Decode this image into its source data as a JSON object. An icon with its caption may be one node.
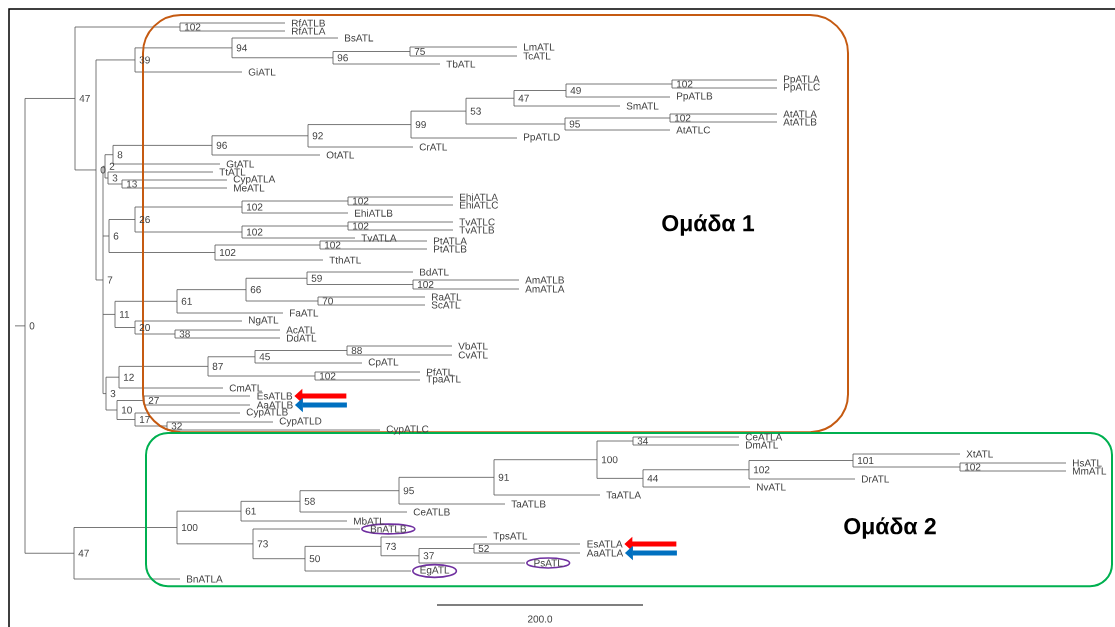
{
  "diagram": {
    "nodes": [
      {
        "text": [
          "Ομάδα 1"
        ]
      },
      {
        "text": [
          "Ομάδα 2"
        ]
      },
      {
        "text": [
          "EsATLB"
        ],
        "in": 0
      },
      {
        "text": [
          "AaATLB"
        ],
        "in": 0
      },
      {
        "text": [
          "BnATLB"
        ],
        "in": 1
      },
      {
        "text": [
          "EsATLA"
        ],
        "in": 1
      },
      {
        "text": [
          "AaATLA"
        ],
        "in": 1
      },
      {
        "text": [
          "PsATL"
        ],
        "in": 1
      },
      {
        "text": [
          "EgATL"
        ],
        "in": 1
      }
    ],
    "edges": [
      {
        "from": null,
        "to": 2,
        "arrow": "to",
        "color": "#ff0000"
      },
      {
        "from": null,
        "to": 3,
        "arrow": "to",
        "color": "#0070c0"
      },
      {
        "from": null,
        "to": 5,
        "arrow": "to",
        "color": "#ff0000"
      },
      {
        "from": null,
        "to": 6,
        "arrow": "to",
        "color": "#0070c0"
      }
    ],
    "labels": [
      "0",
      "47",
      "102",
      "RfATLB",
      "RfATLA",
      "0",
      "39",
      "94",
      "BsATL",
      "96",
      "75",
      "LmATL",
      "TcATL",
      "TbATL",
      "GiATL",
      "7",
      "2",
      "8",
      "96",
      "92",
      "99",
      "53",
      "47",
      "49",
      "102",
      "PpATLA",
      "PpATLC",
      "PpATLB",
      "SmATL",
      "95",
      "102",
      "AtATLA",
      "AtATLB",
      "AtATLC",
      "PpATLD",
      "CrATL",
      "OtATL",
      "GtATL",
      "3",
      "TtATL",
      "13",
      "CypATLA",
      "MeATL",
      "6",
      "26",
      "102",
      "102",
      "EhiATLA",
      "EhiATLC",
      "EhiATLB",
      "102",
      "102",
      "TvATLC",
      "TvATLB",
      "TvATLA",
      "102",
      "102",
      "PtATLA",
      "PtATLB",
      "TthATL",
      "11",
      "61",
      "66",
      "59",
      "BdATL",
      "102",
      "AmATLB",
      "AmATLA",
      "70",
      "RaATL",
      "ScATL",
      "FaATL",
      "20",
      "NgATL",
      "38",
      "AcATL",
      "DdATL",
      "3",
      "12",
      "87",
      "45",
      "88",
      "VbATL",
      "CvATL",
      "CpATL",
      "102",
      "PfATL",
      "TpaATL",
      "CmATL",
      "10",
      "27",
      "17",
      "CypATLB",
      "32",
      "CypATLD",
      "CypATLC",
      "47",
      "100",
      "61",
      "58",
      "95",
      "91",
      "100",
      "34",
      "CeATLA",
      "DmATL",
      "44",
      "102",
      "101",
      "XtATL",
      "102",
      "HsATL",
      "MmATL",
      "DrATL",
      "NvATL",
      "TaATLA",
      "TaATLB",
      "CeATLB",
      "MbATL",
      "73",
      "50",
      "73",
      "TpsATL",
      "37",
      "52",
      "BnATLA",
      "200.0"
    ]
  }
}
